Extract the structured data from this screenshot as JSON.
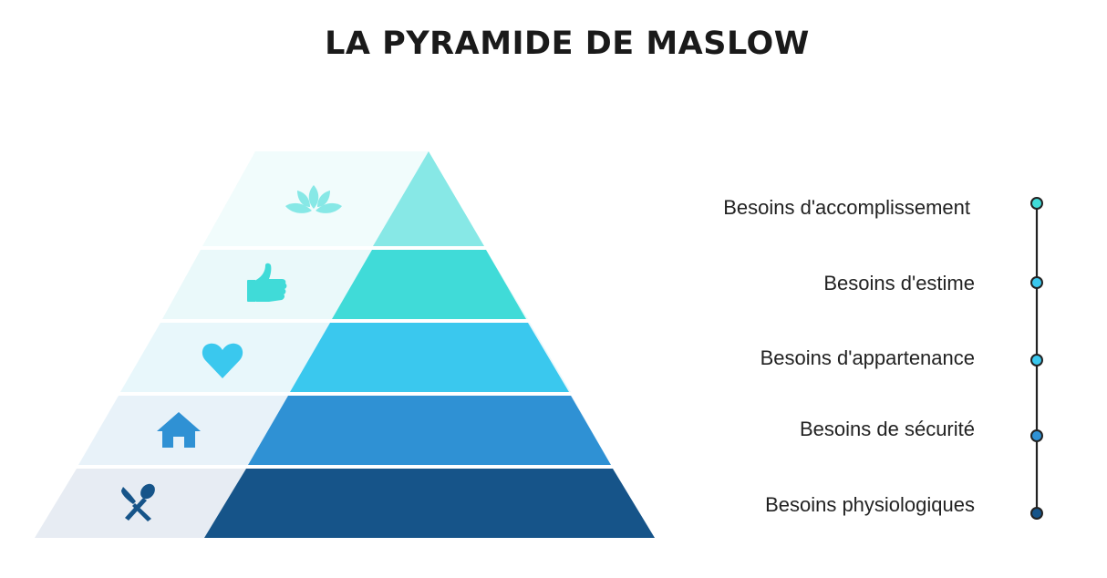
{
  "title": "LA PYRAMIDE DE MASLOW",
  "levels": [
    {
      "label": "Besoins d'accomplissement",
      "icon": "lotus-icon",
      "color": "#87E8E6",
      "bg": "#F1FCFC"
    },
    {
      "label": "Besoins d'estime",
      "icon": "thumbs-up-icon",
      "color": "#40DBD8",
      "bg": "#EAF9FA"
    },
    {
      "label": "Besoins d'appartenance",
      "icon": "heart-icon",
      "color": "#3AC8EE",
      "bg": "#E8F7FB"
    },
    {
      "label": "Besoins de sécurité",
      "icon": "house-icon",
      "color": "#2F91D4",
      "bg": "#E8F2F9"
    },
    {
      "label": "Besoins physiologiques",
      "icon": "fork-spoon-icon",
      "color": "#165489",
      "bg": "#E7ECF3"
    }
  ],
  "timeline": {
    "line_color": "#222222"
  }
}
